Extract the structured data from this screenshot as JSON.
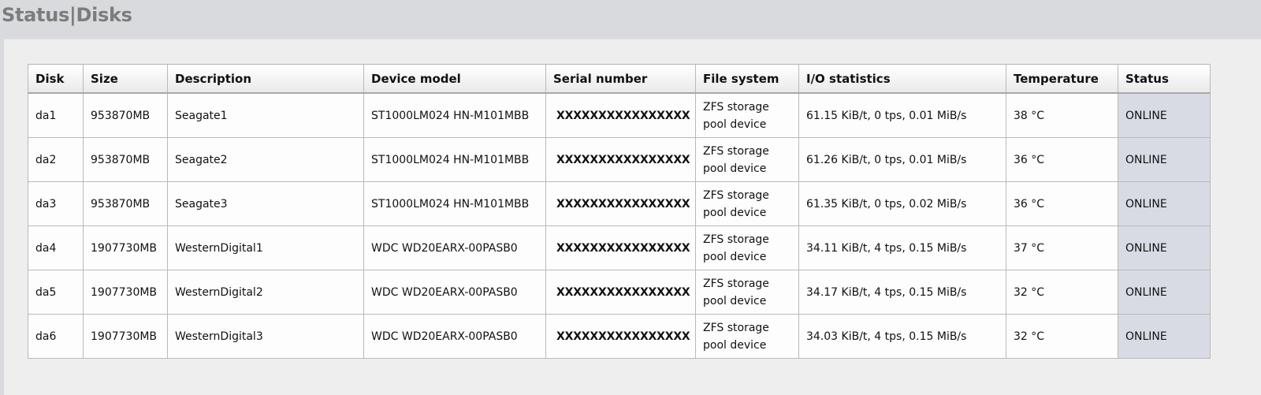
{
  "header": {
    "title_part1": "Status",
    "separator": "|",
    "title_part2": "Disks"
  },
  "table": {
    "columns": [
      "Disk",
      "Size",
      "Description",
      "Device model",
      "Serial number",
      "File system",
      "I/O statistics",
      "Temperature",
      "Status"
    ],
    "rows": [
      {
        "disk": "da1",
        "size": "953870MB",
        "description": "Seagate1",
        "model": "ST1000LM024 HN-M101MBB",
        "serial": "XXXXXXXXXXXXXXXX",
        "fs": "ZFS storage pool device",
        "io": "61.15 KiB/t, 0 tps, 0.01 MiB/s",
        "temp": "38 °C",
        "status": "ONLINE"
      },
      {
        "disk": "da2",
        "size": "953870MB",
        "description": "Seagate2",
        "model": "ST1000LM024 HN-M101MBB",
        "serial": "XXXXXXXXXXXXXXXX",
        "fs": "ZFS storage pool device",
        "io": "61.26 KiB/t, 0 tps, 0.01 MiB/s",
        "temp": "36 °C",
        "status": "ONLINE"
      },
      {
        "disk": "da3",
        "size": "953870MB",
        "description": "Seagate3",
        "model": "ST1000LM024 HN-M101MBB",
        "serial": "XXXXXXXXXXXXXXXX",
        "fs": "ZFS storage pool device",
        "io": "61.35 KiB/t, 0 tps, 0.02 MiB/s",
        "temp": "36 °C",
        "status": "ONLINE"
      },
      {
        "disk": "da4",
        "size": "1907730MB",
        "description": "WesternDigital1",
        "model": "WDC WD20EARX-00PASB0",
        "serial": "XXXXXXXXXXXXXXXX",
        "fs": "ZFS storage pool device",
        "io": "34.11 KiB/t, 4 tps, 0.15 MiB/s",
        "temp": "37 °C",
        "status": "ONLINE"
      },
      {
        "disk": "da5",
        "size": "1907730MB",
        "description": "WesternDigital2",
        "model": "WDC WD20EARX-00PASB0",
        "serial": "XXXXXXXXXXXXXXXX",
        "fs": "ZFS storage pool device",
        "io": "34.17 KiB/t, 4 tps, 0.15 MiB/s",
        "temp": "32 °C",
        "status": "ONLINE"
      },
      {
        "disk": "da6",
        "size": "1907730MB",
        "description": "WesternDigital3",
        "model": "WDC WD20EARX-00PASB0",
        "serial": "XXXXXXXXXXXXXXXX",
        "fs": "ZFS storage pool device",
        "io": "34.03 KiB/t, 4 tps, 0.15 MiB/s",
        "temp": "32 °C",
        "status": "ONLINE"
      }
    ]
  }
}
